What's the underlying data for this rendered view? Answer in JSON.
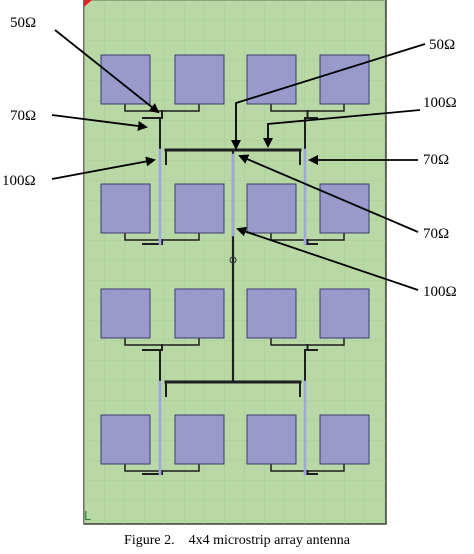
{
  "caption": "Figure 2.    4x4 microstrip array antenna",
  "labels": [
    {
      "id": "l50a",
      "text": "50Ω"
    },
    {
      "id": "l70a",
      "text": "70Ω"
    },
    {
      "id": "l100a",
      "text": "100Ω"
    },
    {
      "id": "l50b",
      "text": "50Ω"
    },
    {
      "id": "l100b",
      "text": "100Ω"
    },
    {
      "id": "l70b",
      "text": "70Ω"
    },
    {
      "id": "l70c",
      "text": "70Ω"
    },
    {
      "id": "l100c",
      "text": "100Ω"
    }
  ],
  "colors": {
    "substrate": "#b8d9a6",
    "grid": "#a4c894",
    "patch": "#9999cc",
    "patch_edge": "#3c3c6e",
    "feed": "#1e1e1e",
    "feed_highlight": "#9fa7df",
    "border": "#111111",
    "corner_marker": "#dd2222",
    "axis_marker": "#2a7a2a"
  }
}
